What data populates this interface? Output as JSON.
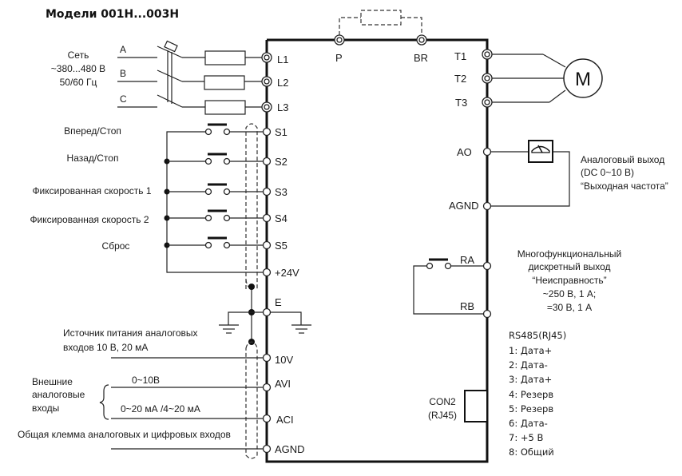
{
  "title": "Модели  001H...003H",
  "power": {
    "label_lines": [
      "Сеть",
      "~380...480 В",
      "50/60 Гц"
    ],
    "phases": [
      "A",
      "B",
      "C"
    ],
    "terminals": [
      "L1",
      "L2",
      "L3"
    ]
  },
  "brake": {
    "terminals": [
      "P",
      "BR"
    ]
  },
  "motor": {
    "terminals": [
      "T1",
      "T2",
      "T3"
    ],
    "symbol": "M"
  },
  "digital_inputs": [
    {
      "label": "Вперед/Стоп",
      "terminal": "S1"
    },
    {
      "label": "Назад/Стоп",
      "terminal": "S2"
    },
    {
      "label": "Фиксированная скорость 1",
      "terminal": "S3"
    },
    {
      "label": "Фиксированная скорость 2",
      "terminal": "S4"
    },
    {
      "label": "Сброс",
      "terminal": "S5"
    }
  ],
  "common_terminals": {
    "plus24": "+24V",
    "earth": "E"
  },
  "analog_supply": {
    "label_lines": [
      "Источник питания аналоговых",
      "входов 10 В, 20 мА"
    ],
    "terminal": "10V"
  },
  "analog_inputs": {
    "group_label_lines": [
      "Внешние",
      "аналоговые",
      "входы"
    ],
    "items": [
      {
        "signal": "0~10В",
        "terminal": "AVI"
      },
      {
        "signal": "0~20 мА /4~20 мА",
        "terminal": "ACI"
      }
    ]
  },
  "analog_common": {
    "label": "Общая клемма аналоговых и цифровых входов",
    "terminal": "AGND"
  },
  "analog_output": {
    "terminals": [
      "AO",
      "AGND"
    ],
    "label_lines": [
      "Аналоговый выход",
      "(DC 0~10 В)",
      "“Выходная частота”"
    ]
  },
  "relay_output": {
    "terminals": [
      "RA",
      "RB"
    ],
    "label_lines": [
      "Многофункциональный",
      "дискретный выход",
      "“Неисправность”",
      "~250 В, 1 А;",
      "=30 В, 1 А"
    ]
  },
  "rs485": {
    "connector_lines": [
      "CON2",
      "(RJ45)"
    ],
    "header": "RS485(RJ45)",
    "pins": [
      "1: Дата+",
      "2: Дата-",
      "3: Дата+",
      "4: Резерв",
      "5: Резерв",
      "6: Дата-",
      "7: +5 В",
      "8: Общий"
    ]
  }
}
